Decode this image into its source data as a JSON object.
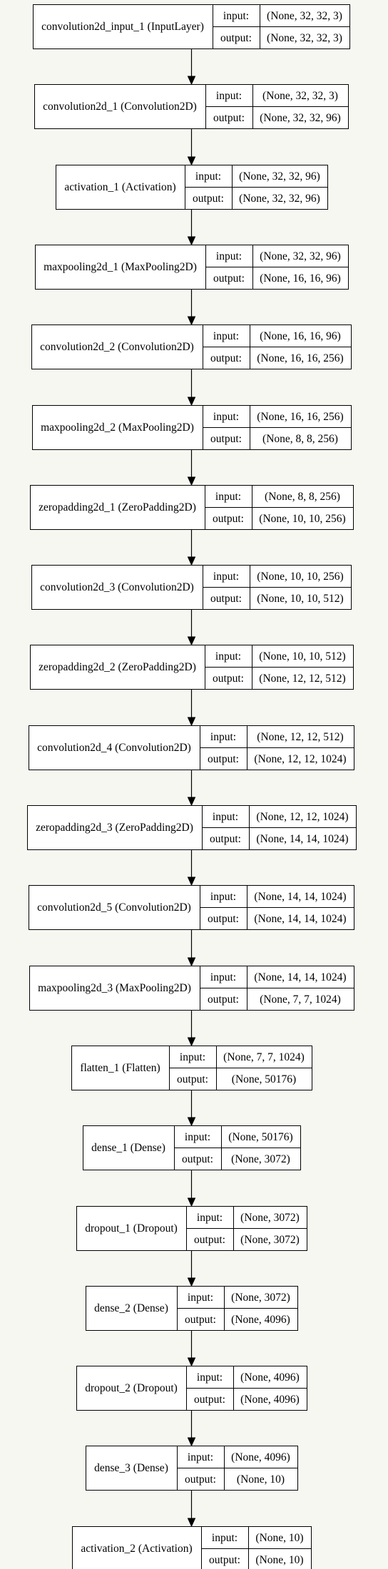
{
  "layers": [
    {
      "name": "convolution2d_input_1 (InputLayer)",
      "input_label": "input:",
      "output_label": "output:",
      "input": "(None, 32, 32, 3)",
      "output": "(None, 32, 32, 3)"
    },
    {
      "name": "convolution2d_1 (Convolution2D)",
      "input_label": "input:",
      "output_label": "output:",
      "input": "(None, 32, 32, 3)",
      "output": "(None, 32, 32, 96)"
    },
    {
      "name": "activation_1 (Activation)",
      "input_label": "input:",
      "output_label": "output:",
      "input": "(None, 32, 32, 96)",
      "output": "(None, 32, 32, 96)"
    },
    {
      "name": "maxpooling2d_1 (MaxPooling2D)",
      "input_label": "input:",
      "output_label": "output:",
      "input": "(None, 32, 32, 96)",
      "output": "(None, 16, 16, 96)"
    },
    {
      "name": "convolution2d_2 (Convolution2D)",
      "input_label": "input:",
      "output_label": "output:",
      "input": "(None, 16, 16, 96)",
      "output": "(None, 16, 16, 256)"
    },
    {
      "name": "maxpooling2d_2 (MaxPooling2D)",
      "input_label": "input:",
      "output_label": "output:",
      "input": "(None, 16, 16, 256)",
      "output": "(None, 8, 8, 256)"
    },
    {
      "name": "zeropadding2d_1 (ZeroPadding2D)",
      "input_label": "input:",
      "output_label": "output:",
      "input": "(None, 8, 8, 256)",
      "output": "(None, 10, 10, 256)"
    },
    {
      "name": "convolution2d_3 (Convolution2D)",
      "input_label": "input:",
      "output_label": "output:",
      "input": "(None, 10, 10, 256)",
      "output": "(None, 10, 10, 512)"
    },
    {
      "name": "zeropadding2d_2 (ZeroPadding2D)",
      "input_label": "input:",
      "output_label": "output:",
      "input": "(None, 10, 10, 512)",
      "output": "(None, 12, 12, 512)"
    },
    {
      "name": "convolution2d_4 (Convolution2D)",
      "input_label": "input:",
      "output_label": "output:",
      "input": "(None, 12, 12, 512)",
      "output": "(None, 12, 12, 1024)"
    },
    {
      "name": "zeropadding2d_3 (ZeroPadding2D)",
      "input_label": "input:",
      "output_label": "output:",
      "input": "(None, 12, 12, 1024)",
      "output": "(None, 14, 14, 1024)"
    },
    {
      "name": "convolution2d_5 (Convolution2D)",
      "input_label": "input:",
      "output_label": "output:",
      "input": "(None, 14, 14, 1024)",
      "output": "(None, 14, 14, 1024)"
    },
    {
      "name": "maxpooling2d_3 (MaxPooling2D)",
      "input_label": "input:",
      "output_label": "output:",
      "input": "(None, 14, 14, 1024)",
      "output": "(None, 7, 7, 1024)"
    },
    {
      "name": "flatten_1 (Flatten)",
      "input_label": "input:",
      "output_label": "output:",
      "input": "(None, 7, 7, 1024)",
      "output": "(None, 50176)"
    },
    {
      "name": "dense_1 (Dense)",
      "input_label": "input:",
      "output_label": "output:",
      "input": "(None, 50176)",
      "output": "(None, 3072)"
    },
    {
      "name": "dropout_1 (Dropout)",
      "input_label": "input:",
      "output_label": "output:",
      "input": "(None, 3072)",
      "output": "(None, 3072)"
    },
    {
      "name": "dense_2 (Dense)",
      "input_label": "input:",
      "output_label": "output:",
      "input": "(None, 3072)",
      "output": "(None, 4096)"
    },
    {
      "name": "dropout_2 (Dropout)",
      "input_label": "input:",
      "output_label": "output:",
      "input": "(None, 4096)",
      "output": "(None, 4096)"
    },
    {
      "name": "dense_3 (Dense)",
      "input_label": "input:",
      "output_label": "output:",
      "input": "(None, 4096)",
      "output": "(None, 10)"
    },
    {
      "name": "activation_2 (Activation)",
      "input_label": "input:",
      "output_label": "output:",
      "input": "(None, 10)",
      "output": "(None, 10)"
    }
  ],
  "colors": {
    "background": "#f7f7f2",
    "box_fill": "#ffffff",
    "stroke": "#000000"
  }
}
